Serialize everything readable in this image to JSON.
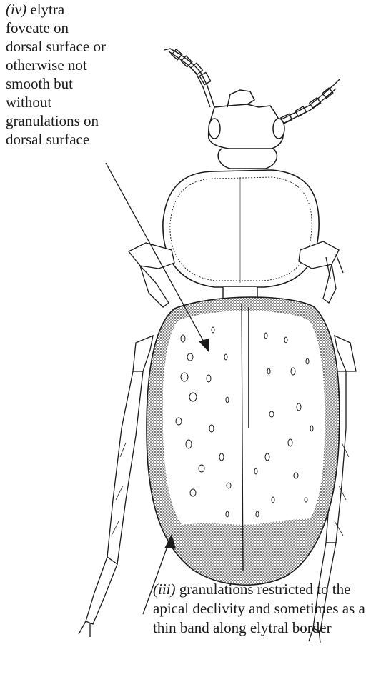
{
  "label_iv": {
    "numeral": "(iv)",
    "lines": [
      "elytra",
      "foveate on",
      "dorsal surface or",
      "otherwise not",
      "smooth but",
      "without",
      "granulations on",
      "dorsal surface"
    ]
  },
  "label_iii": {
    "numeral": "(iii)",
    "lines": [
      "granulations restricted to the",
      "apical declivity and sometimes as a",
      "thin band along elytral border"
    ]
  },
  "colors": {
    "ink": "#1a1a1a",
    "granulation": "#2b2b2b",
    "background": "#ffffff"
  }
}
